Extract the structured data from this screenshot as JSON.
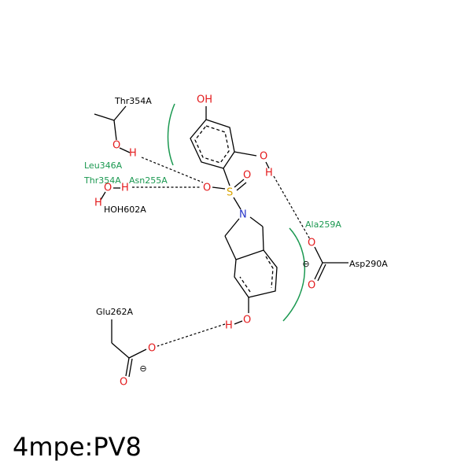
{
  "title": "4mpe:PV8",
  "colors": {
    "oxygen": "#e31a1c",
    "nitrogen": "#2432c8",
    "sulfur": "#d9a400",
    "hydrophobic_residue": "#1a9850",
    "bond": "#000000"
  },
  "atoms": {
    "o": "O",
    "oh": "OH",
    "h": "H",
    "n": "N",
    "s": "S"
  },
  "residues": {
    "thr354_side": "Thr354A",
    "asp290": "Asp290A",
    "glu262": "Glu262A",
    "water": "HOH602A",
    "leu346": "Leu346A",
    "thr354_arc": "Thr354A",
    "asn255": "Asn255A",
    "ala259": "Ala259A"
  },
  "charges": {
    "negative": "⊖"
  }
}
